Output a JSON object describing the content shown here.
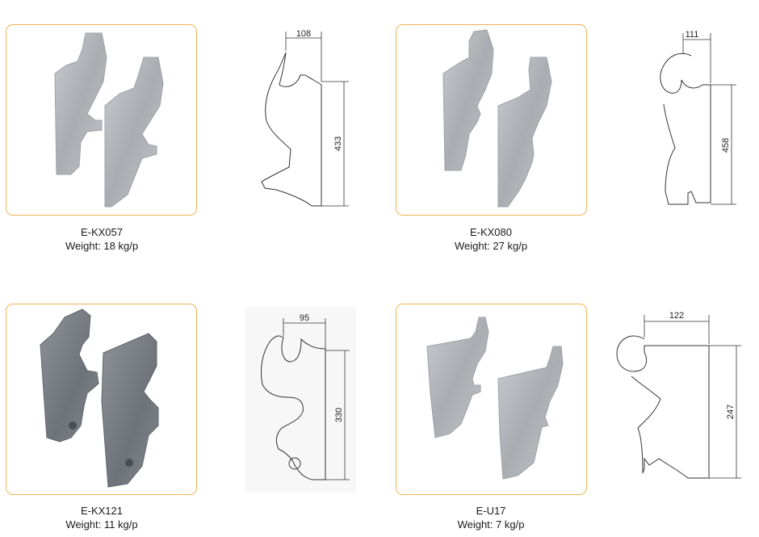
{
  "products": [
    {
      "code": "E-KX057",
      "weight": "Weight: 18 kg/p",
      "dim_width": "108",
      "dim_height": "433"
    },
    {
      "code": "E-KX080",
      "weight": "Weight: 27 kg/p",
      "dim_width": "111",
      "dim_height": "458"
    },
    {
      "code": "E-KX121",
      "weight": "Weight: 11 kg/p",
      "dim_width": "95",
      "dim_height": "330"
    },
    {
      "code": "E-U17",
      "weight": "Weight: 7 kg/p",
      "dim_width": "122",
      "dim_height": "247"
    }
  ],
  "colors": {
    "card_border": "#f1b355",
    "steel": "#b4b8bc",
    "steel_dark": "#7b8086",
    "line": "#333333"
  }
}
